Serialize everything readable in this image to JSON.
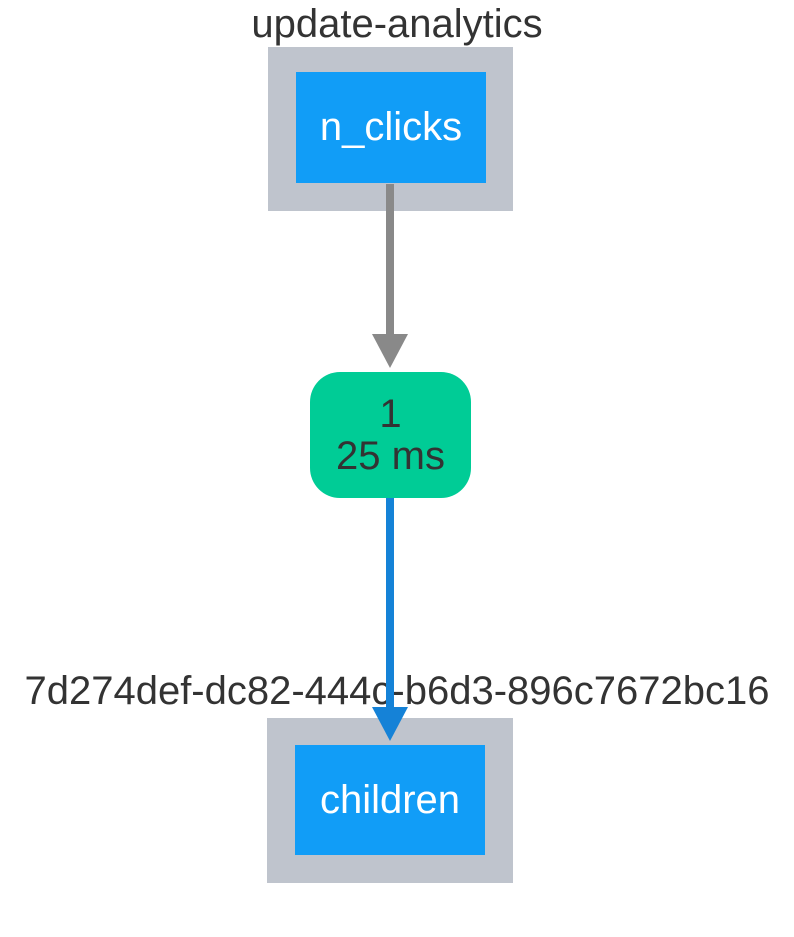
{
  "graph": {
    "input_component": {
      "label": "update-analytics",
      "property_label": "n_clicks"
    },
    "callback": {
      "call_count": "1",
      "duration": "25 ms"
    },
    "output_component": {
      "label": "7d274def-dc82-444c-b6d3-896c7672bc16",
      "property_label": "children"
    },
    "colors": {
      "component_fill": "#BFC4CD",
      "property_fill": "#119DF7",
      "callback_fill": "#00CC96",
      "edge_default": "#898989",
      "edge_active": "#1582D7",
      "label_text": "#333333",
      "property_text": "#FFFFFF"
    }
  }
}
